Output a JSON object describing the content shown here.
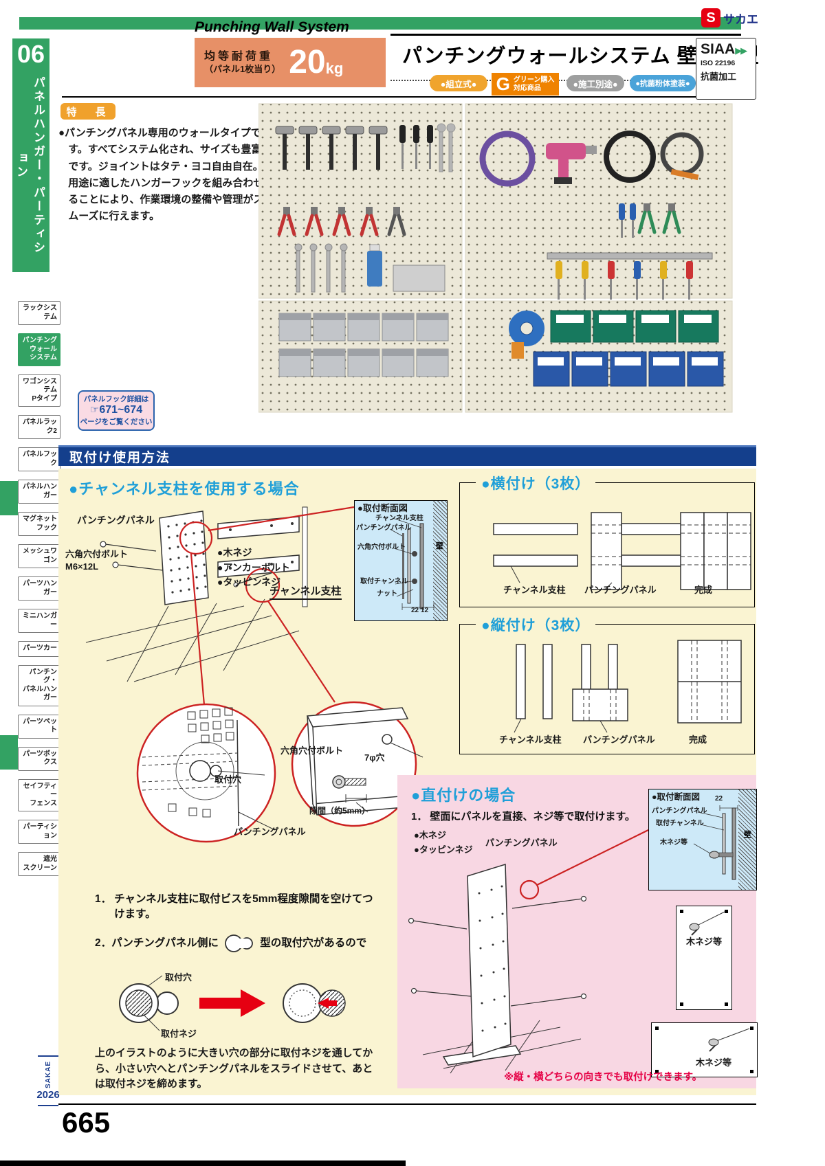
{
  "brand": {
    "s": "S",
    "name": "サカエ"
  },
  "chapter": {
    "number": "06",
    "title": "パネルハンガー・パーティション"
  },
  "header": {
    "eyebrow": "Punching Wall System",
    "load": {
      "label1": "均等耐荷重",
      "label2": "（パネル1枚当り）",
      "value": "20",
      "unit": "kg"
    },
    "title": "パンチングウォールシステム 壁取付型",
    "badges": {
      "assembly": "●組立式●",
      "green_g": "G",
      "green_text": "グリーン購入\n対応商品",
      "construction": "●施工別途●",
      "antibacterial": "●抗菌粉体塗装●"
    },
    "siaa": {
      "name": "SIAA",
      "arrow": "▶▶",
      "iso": "ISO 22196",
      "label": "抗菌加工"
    },
    "colors": {
      "accent_green": "#33a263",
      "load_orange": "#e79067",
      "banner_navy": "#143f8c",
      "heading_blue": "#1f9fd8",
      "note_red": "#e50045"
    }
  },
  "sidebar": {
    "items": [
      {
        "label": "ラックシステム",
        "active": false
      },
      {
        "label": "パンチングウォール\nシステム",
        "active": true
      },
      {
        "label": "ワゴンシステム\nPタイプ",
        "active": false
      },
      {
        "label": "パネルラック2",
        "active": false
      },
      {
        "label": "パネルフック",
        "active": false
      },
      {
        "label": "パネルハンガー",
        "active": false
      },
      {
        "label": "マグネット\nフック",
        "active": false
      },
      {
        "label": "メッシュワゴン",
        "active": false
      },
      {
        "label": "パーツハンガー",
        "active": false
      },
      {
        "label": "ミニハンガー",
        "active": false
      },
      {
        "label": "パーツカー",
        "active": false
      },
      {
        "label": "パンチング・\nパネルハンガー",
        "active": false
      },
      {
        "label": "パーツペット",
        "active": false
      },
      {
        "label": "パーツボックス",
        "active": false
      },
      {
        "label": "セイフティー\nフェンス",
        "active": false
      },
      {
        "label": "パーティション",
        "active": false
      },
      {
        "label": "遮光\nスクリーン",
        "active": false
      }
    ]
  },
  "features": {
    "label": "特　長",
    "text": "●パンチングパネル専用のウォールタイプです。すべてシステム化され、サイズも豊富です。ジョイントはタテ・ヨコ自由自在。用途に適したハンガーフックを組み合わせることにより、作業環境の整備や管理がスムーズに行えます。"
  },
  "hook_note": {
    "line1": "パネルフック詳細は",
    "hand": "☞",
    "pages": "671~674",
    "line2": "ページをご覧ください"
  },
  "install": {
    "banner": "取付け使用方法",
    "channel": {
      "heading": "●チャンネル支柱を使用する場合",
      "panel_label": "パンチングパネル",
      "bolt_label": "六角穴付ボルト\nM6×12L",
      "screw_list": "●木ネジ\n●アンカーボルト\n●タッピンネジ",
      "channel_label": "チャンネル支柱",
      "cross": {
        "title": "●取付断面図",
        "l1": "チャンネル支柱",
        "l2": "パンチングパネル",
        "l3": "六角穴付ボルト",
        "l4": "取付チャンネル",
        "l5": "ナット",
        "wall": "壁",
        "dims": "22 12"
      },
      "detail1": {
        "hole": "取付穴",
        "panel": "パンチングパネル"
      },
      "detail2": {
        "bolt": "六角穴付ボルト",
        "hole": "7φ穴",
        "gap": "隙間（約5mm）"
      },
      "step1_no": "1．",
      "step1": "チャンネル支柱に取付ビスを5mm程度隙間を空けてつけます。",
      "step2_no": "2．",
      "step2a": "パンチングパネル側に",
      "step2b": "型の取付穴があるので",
      "keyhole": {
        "hole": "取付穴",
        "screw": "取付ネジ"
      },
      "closing": "上のイラストのように大きい穴の部分に取付ネジを通してから、小さい穴へとパンチングパネルをスライドさせて、あとは取付ネジを締めます。"
    },
    "yoko": {
      "heading": "●横付け（3枚）",
      "l1": "チャンネル支柱",
      "l2": "パンチングパネル",
      "l3": "完成"
    },
    "tate": {
      "heading": "●縦付け（3枚）",
      "l1": "チャンネル支柱",
      "l2": "パンチングパネル",
      "l3": "完成"
    },
    "direct": {
      "heading": "●直付けの場合",
      "step_no": "1．",
      "step": "壁面にパネルを直接、ネジ等で取付けます。",
      "screw_list": "●木ネジ\n●タッピンネジ",
      "panel_label": "パンチングパネル",
      "cross": {
        "title": "●取付断面図",
        "l1": "パンチングパネル",
        "l2": "取付チャンネル",
        "l3": "木ネジ等",
        "wall": "壁",
        "dim": "22"
      },
      "wood1": "木ネジ等",
      "wood2": "木ネジ等",
      "note": "※縦・横どちらの向きでも取付けできます。"
    }
  },
  "footer": {
    "catalog": "SAKAE",
    "year": "2026",
    "page_number": "665"
  }
}
